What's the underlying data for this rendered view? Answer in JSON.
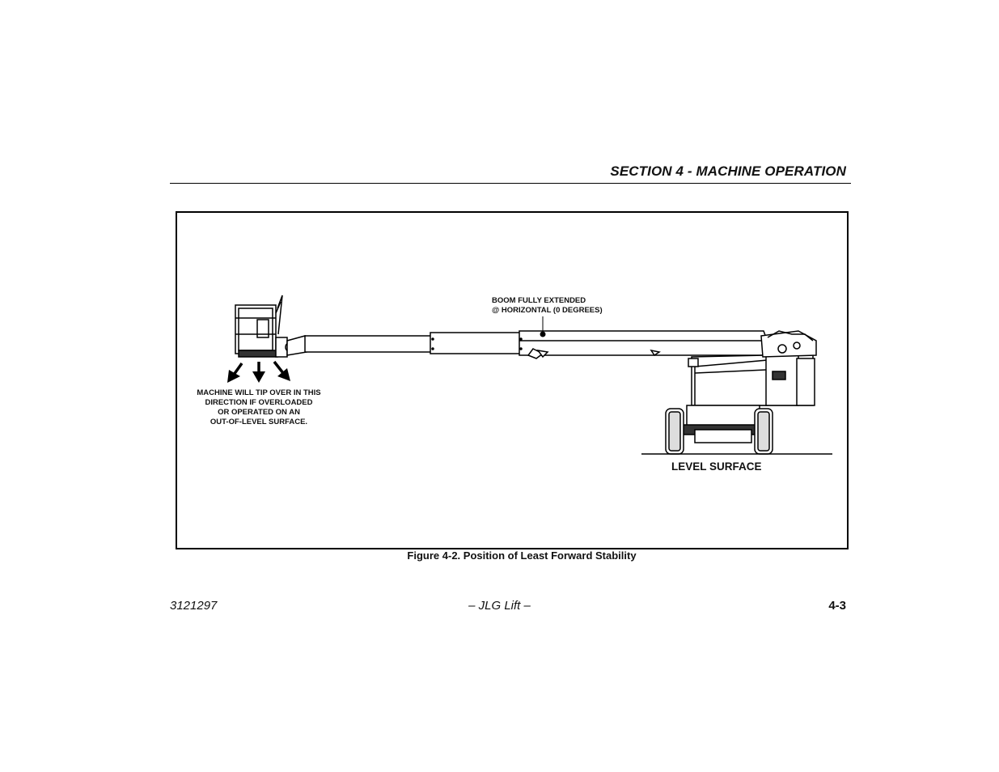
{
  "header": {
    "section_title": "SECTION 4 - MACHINE OPERATION"
  },
  "figure": {
    "boom_label_line1": "BOOM FULLY EXTENDED",
    "boom_label_line2": "@ HORIZONTAL (0 DEGREES)",
    "warning_line1": "MACHINE WILL TIP OVER IN THIS",
    "warning_line2": "DIRECTION IF OVERLOADED",
    "warning_line3": "OR OPERATED ON AN",
    "warning_line4": "OUT-OF-LEVEL SURFACE.",
    "ground_label": "LEVEL SURFACE",
    "caption": "Figure 4-2. Position of Least Forward Stability"
  },
  "footer": {
    "document_number": "3121297",
    "center_text": "– JLG Lift –",
    "page_number": "4-3"
  }
}
